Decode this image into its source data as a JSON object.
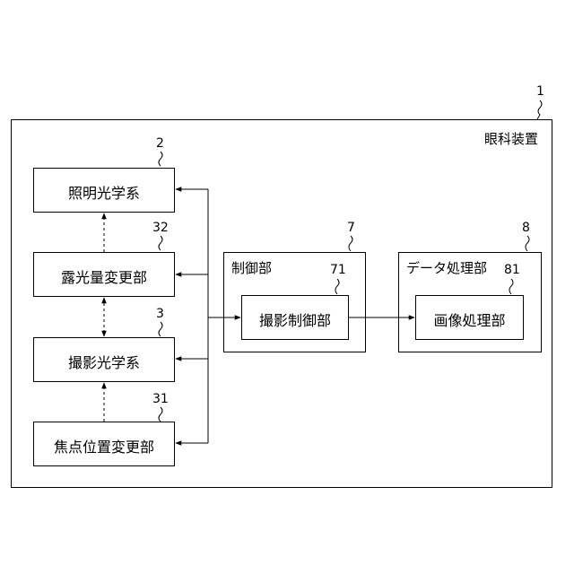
{
  "device": {
    "title": "眼科装置",
    "ref": "1"
  },
  "blocks": {
    "illumination": {
      "label": "照明光学系",
      "ref": "2"
    },
    "exposure_changer": {
      "label": "露光量変更部",
      "ref": "32"
    },
    "imaging_optics": {
      "label": "撮影光学系",
      "ref": "3"
    },
    "focus_changer": {
      "label": "焦点位置変更部",
      "ref": "31"
    }
  },
  "control": {
    "label": "制御部",
    "ref": "7",
    "inner": {
      "label": "撮影制御部",
      "ref": "71"
    }
  },
  "data_processing": {
    "label": "データ処理部",
    "ref": "8",
    "inner": {
      "label": "画像処理部",
      "ref": "81"
    }
  }
}
